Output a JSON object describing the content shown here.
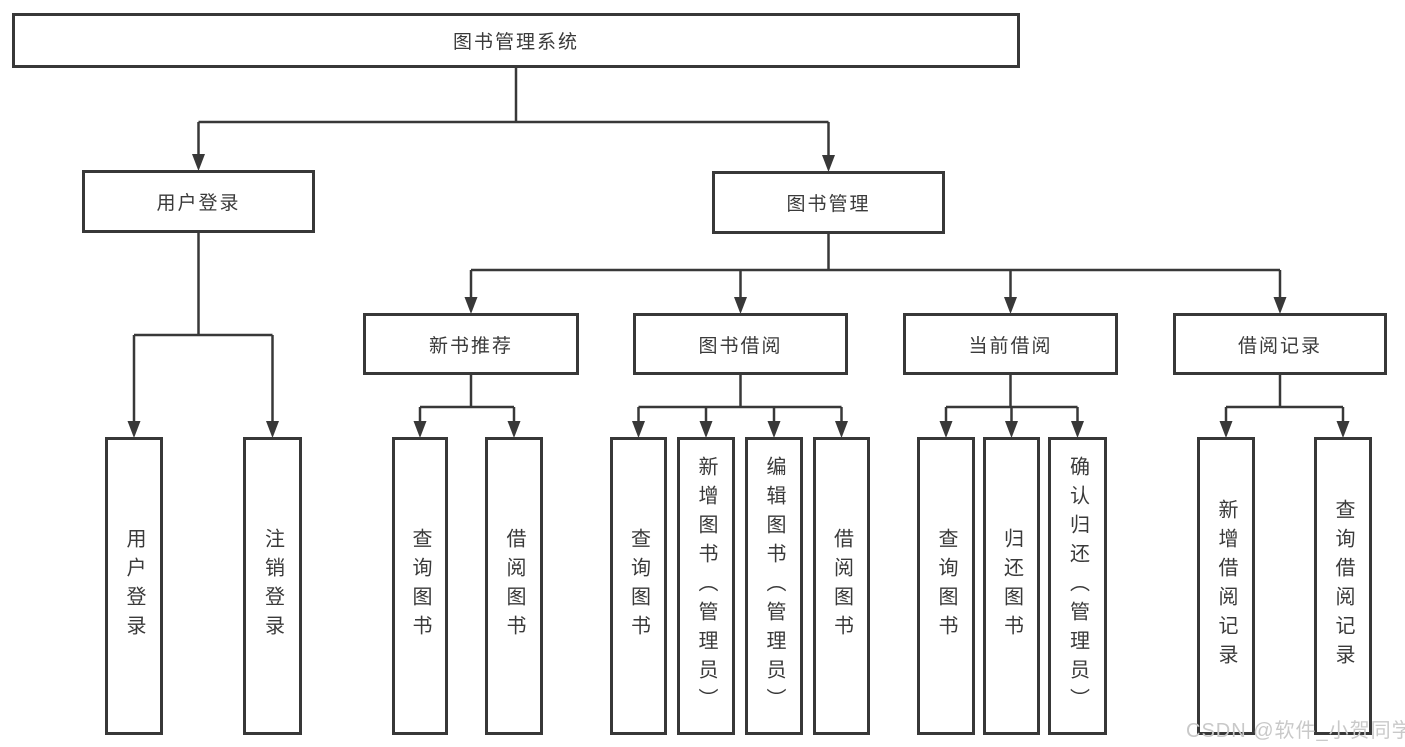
{
  "diagram": {
    "title": "图书管理系统",
    "nodes": [
      {
        "id": "system-root",
        "label": "图书管理系统",
        "parent": null,
        "orientation": "horizontal"
      },
      {
        "id": "user-login",
        "label": "用户登录",
        "parent": "system-root",
        "orientation": "horizontal"
      },
      {
        "id": "book-management",
        "label": "图书管理",
        "parent": "system-root",
        "orientation": "horizontal"
      },
      {
        "id": "user-login-action",
        "label": "用户登录",
        "parent": "user-login",
        "orientation": "vertical"
      },
      {
        "id": "logout-action",
        "label": "注销登录",
        "parent": "user-login",
        "orientation": "vertical"
      },
      {
        "id": "new-book-recommend",
        "label": "新书推荐",
        "parent": "book-management",
        "orientation": "horizontal"
      },
      {
        "id": "book-borrowing",
        "label": "图书借阅",
        "parent": "book-management",
        "orientation": "horizontal"
      },
      {
        "id": "current-borrowing",
        "label": "当前借阅",
        "parent": "book-management",
        "orientation": "horizontal"
      },
      {
        "id": "borrowing-records",
        "label": "借阅记录",
        "parent": "book-management",
        "orientation": "horizontal"
      },
      {
        "id": "nbr-query-books",
        "label": "查询图书",
        "parent": "new-book-recommend",
        "orientation": "vertical"
      },
      {
        "id": "nbr-borrow-books",
        "label": "借阅图书",
        "parent": "new-book-recommend",
        "orientation": "vertical"
      },
      {
        "id": "bb-query-books",
        "label": "查询图书",
        "parent": "book-borrowing",
        "orientation": "vertical"
      },
      {
        "id": "bb-add-books",
        "label": "新增图书（管理员）",
        "parent": "book-borrowing",
        "orientation": "vertical"
      },
      {
        "id": "bb-edit-books",
        "label": "编辑图书（管理员）",
        "parent": "book-borrowing",
        "orientation": "vertical"
      },
      {
        "id": "bb-borrow-books",
        "label": "借阅图书",
        "parent": "book-borrowing",
        "orientation": "vertical"
      },
      {
        "id": "cb-query-books",
        "label": "查询图书",
        "parent": "current-borrowing",
        "orientation": "vertical"
      },
      {
        "id": "cb-return-books",
        "label": "归还图书",
        "parent": "current-borrowing",
        "orientation": "vertical"
      },
      {
        "id": "cb-confirm-return",
        "label": "确认归还（管理员）",
        "parent": "current-borrowing",
        "orientation": "vertical"
      },
      {
        "id": "br-add-record",
        "label": "新增借阅记录",
        "parent": "borrowing-records",
        "orientation": "vertical"
      },
      {
        "id": "br-query-record",
        "label": "查询借阅记录",
        "parent": "borrowing-records",
        "orientation": "vertical"
      }
    ]
  },
  "watermark": {
    "text": "CSDN @软件_小贺同学"
  },
  "colors": {
    "line": "#383838",
    "text": "#3a3a3a",
    "background": "#ffffff",
    "watermark": "#c9c9c9"
  }
}
